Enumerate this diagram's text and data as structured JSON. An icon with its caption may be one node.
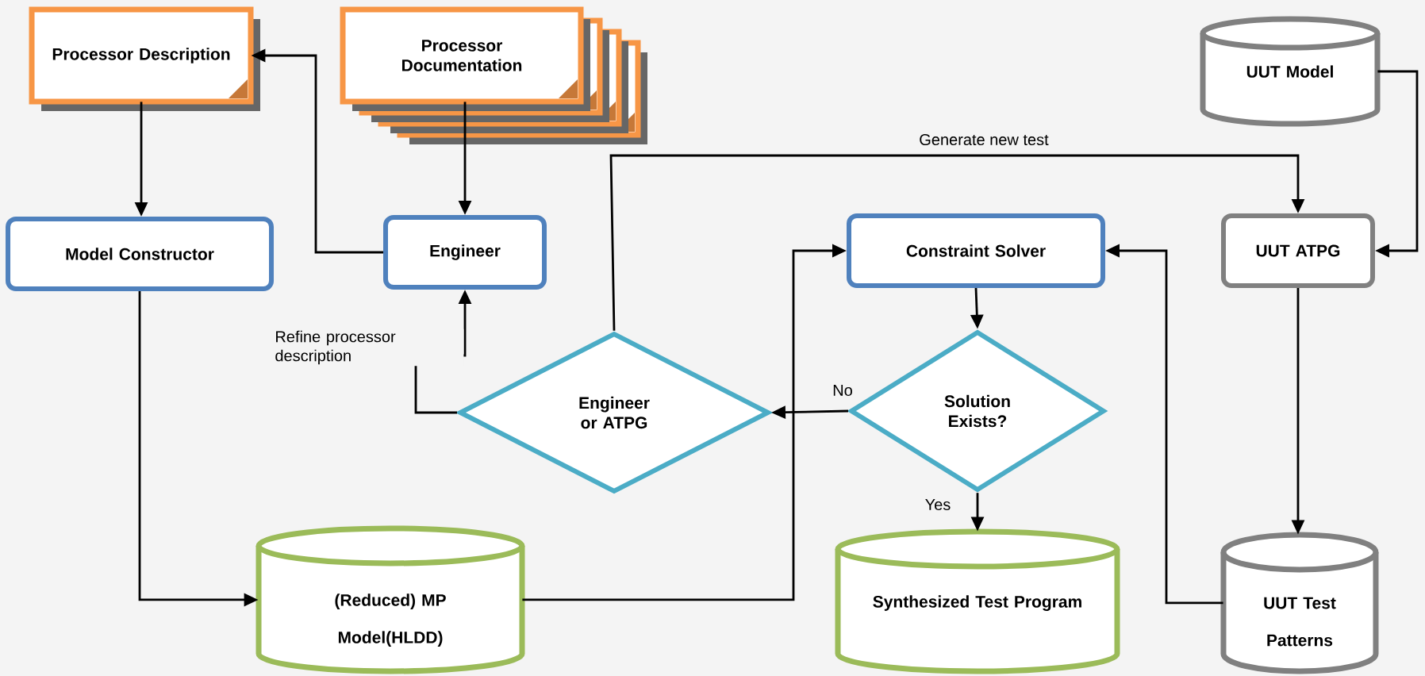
{
  "diagram": {
    "nodes": [
      {
        "text": [
          "Processor Description"
        ]
      },
      {
        "text": [
          "Processor Documentation"
        ]
      },
      {
        "text": [
          "UUT Model"
        ]
      },
      {
        "text": [
          "Model Constructor"
        ]
      },
      {
        "text": [
          "Engineer"
        ]
      },
      {
        "text": [
          "Constraint Solver"
        ]
      },
      {
        "text": [
          "UUT ATPG"
        ]
      },
      {
        "text": [
          "Engineer or ATPG"
        ]
      },
      {
        "text": [
          "Solution Exists?"
        ]
      },
      {
        "text": [
          "(Reduced) MP Model(HLDD)"
        ]
      },
      {
        "text": [
          "Synthesized Test Program"
        ]
      },
      {
        "text": [
          "UUT Test Patterns"
        ]
      }
    ],
    "edges": [
      {
        "from": 0,
        "to": 3,
        "arrow": "to"
      },
      {
        "from": 1,
        "to": 4,
        "arrow": "to"
      },
      {
        "from": 4,
        "to": 0,
        "arrow": "to"
      },
      {
        "from": 2,
        "to": 6,
        "arrow": "to"
      },
      {
        "from": 7,
        "to": 6,
        "arrow": "to",
        "label": "Generate new test"
      },
      {
        "from": 7,
        "to": 4,
        "arrow": "to",
        "label": "Refine processor description"
      },
      {
        "from": 3,
        "to": 9,
        "arrow": "to"
      },
      {
        "from": 9,
        "to": 5,
        "arrow": "to"
      },
      {
        "from": 11,
        "to": 5,
        "arrow": "to"
      },
      {
        "from": 5,
        "to": 8,
        "arrow": "to"
      },
      {
        "from": 8,
        "to": 7,
        "arrow": "to",
        "label": "No"
      },
      {
        "from": 8,
        "to": 10,
        "arrow": "to",
        "label": "Yes"
      },
      {
        "from": 6,
        "to": 11,
        "arrow": "to"
      }
    ]
  }
}
